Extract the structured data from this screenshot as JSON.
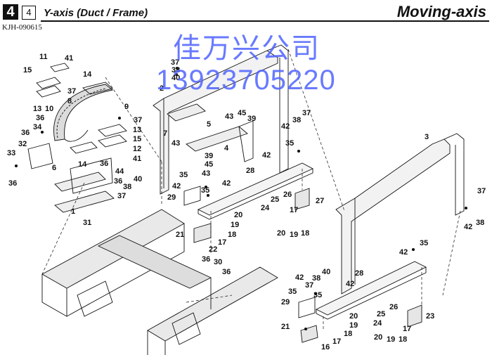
{
  "header": {
    "section_number": "4",
    "page_number": "4",
    "title": "Y-axis (Duct / Frame)",
    "category": "Moving-axis",
    "drawing_code": "KJH-090615"
  },
  "watermark": {
    "company": "佳万兴公司",
    "phone": "13923705220",
    "color": "#4f63ff"
  },
  "part_labels": [
    {
      "id": "l1",
      "text": "11"
    },
    {
      "id": "l2",
      "text": "41"
    },
    {
      "id": "l3",
      "text": "15"
    },
    {
      "id": "l4",
      "text": "14"
    },
    {
      "id": "l5",
      "text": "37"
    },
    {
      "id": "l6",
      "text": "8"
    },
    {
      "id": "l7",
      "text": "13"
    },
    {
      "id": "l8",
      "text": "10"
    },
    {
      "id": "l9",
      "text": "36"
    },
    {
      "id": "l10",
      "text": "34"
    },
    {
      "id": "l11",
      "text": "36"
    },
    {
      "id": "l12",
      "text": "32"
    },
    {
      "id": "l13",
      "text": "33"
    },
    {
      "id": "l14",
      "text": "36"
    },
    {
      "id": "l15",
      "text": "6"
    },
    {
      "id": "l16",
      "text": "14"
    },
    {
      "id": "l17",
      "text": "36"
    },
    {
      "id": "l18",
      "text": "44"
    },
    {
      "id": "l19",
      "text": "36"
    },
    {
      "id": "l20",
      "text": "40"
    },
    {
      "id": "l21",
      "text": "38"
    },
    {
      "id": "l22",
      "text": "37"
    },
    {
      "id": "l23",
      "text": "1"
    },
    {
      "id": "l24",
      "text": "31"
    },
    {
      "id": "l25",
      "text": "9"
    },
    {
      "id": "l26",
      "text": "37"
    },
    {
      "id": "l27",
      "text": "13"
    },
    {
      "id": "l28",
      "text": "15"
    },
    {
      "id": "l29",
      "text": "12"
    },
    {
      "id": "l30",
      "text": "41"
    },
    {
      "id": "l31",
      "text": "37"
    },
    {
      "id": "l32",
      "text": "38"
    },
    {
      "id": "l33",
      "text": "40"
    },
    {
      "id": "l34",
      "text": "2"
    },
    {
      "id": "l35",
      "text": "7"
    },
    {
      "id": "l36",
      "text": "5"
    },
    {
      "id": "l37",
      "text": "43"
    },
    {
      "id": "l38",
      "text": "43"
    },
    {
      "id": "l39",
      "text": "45"
    },
    {
      "id": "l40",
      "text": "39"
    },
    {
      "id": "l41",
      "text": "4"
    },
    {
      "id": "l42",
      "text": "39"
    },
    {
      "id": "l43",
      "text": "45"
    },
    {
      "id": "l44",
      "text": "43"
    },
    {
      "id": "l45",
      "text": "37"
    },
    {
      "id": "l46",
      "text": "38"
    },
    {
      "id": "l47",
      "text": "42"
    },
    {
      "id": "l48",
      "text": "35"
    },
    {
      "id": "l49",
      "text": "42"
    },
    {
      "id": "l50",
      "text": "28"
    },
    {
      "id": "l51",
      "text": "35"
    },
    {
      "id": "l52",
      "text": "42"
    },
    {
      "id": "l53",
      "text": "42"
    },
    {
      "id": "l54",
      "text": "35"
    },
    {
      "id": "l55",
      "text": "29"
    },
    {
      "id": "l56",
      "text": "26"
    },
    {
      "id": "l57",
      "text": "25"
    },
    {
      "id": "l58",
      "text": "24"
    },
    {
      "id": "l59",
      "text": "17"
    },
    {
      "id": "l60",
      "text": "27"
    },
    {
      "id": "l61",
      "text": "20"
    },
    {
      "id": "l62",
      "text": "19"
    },
    {
      "id": "l63",
      "text": "21"
    },
    {
      "id": "l64",
      "text": "18"
    },
    {
      "id": "l65",
      "text": "17"
    },
    {
      "id": "l66",
      "text": "20"
    },
    {
      "id": "l67",
      "text": "19"
    },
    {
      "id": "l68",
      "text": "18"
    },
    {
      "id": "l69",
      "text": "22"
    },
    {
      "id": "l70",
      "text": "36"
    },
    {
      "id": "l71",
      "text": "30"
    },
    {
      "id": "l72",
      "text": "36"
    },
    {
      "id": "l73",
      "text": "3"
    },
    {
      "id": "l74",
      "text": "37"
    },
    {
      "id": "l75",
      "text": "42"
    },
    {
      "id": "l76",
      "text": "38"
    },
    {
      "id": "l77",
      "text": "42"
    },
    {
      "id": "l78",
      "text": "35"
    },
    {
      "id": "l79",
      "text": "28"
    },
    {
      "id": "l80",
      "text": "42"
    },
    {
      "id": "l81",
      "text": "40"
    },
    {
      "id": "l82",
      "text": "38"
    },
    {
      "id": "l83",
      "text": "37"
    },
    {
      "id": "l84",
      "text": "42"
    },
    {
      "id": "l85",
      "text": "35"
    },
    {
      "id": "l86",
      "text": "35"
    },
    {
      "id": "l87",
      "text": "29"
    },
    {
      "id": "l88",
      "text": "21"
    },
    {
      "id": "l89",
      "text": "20"
    },
    {
      "id": "l90",
      "text": "19"
    },
    {
      "id": "l91",
      "text": "18"
    },
    {
      "id": "l92",
      "text": "17"
    },
    {
      "id": "l93",
      "text": "16"
    },
    {
      "id": "l94",
      "text": "26"
    },
    {
      "id": "l95",
      "text": "25"
    },
    {
      "id": "l96",
      "text": "24"
    },
    {
      "id": "l97",
      "text": "23"
    },
    {
      "id": "l98",
      "text": "17"
    },
    {
      "id": "l99",
      "text": "20"
    },
    {
      "id": "l100",
      "text": "19"
    },
    {
      "id": "l101",
      "text": "18"
    }
  ]
}
